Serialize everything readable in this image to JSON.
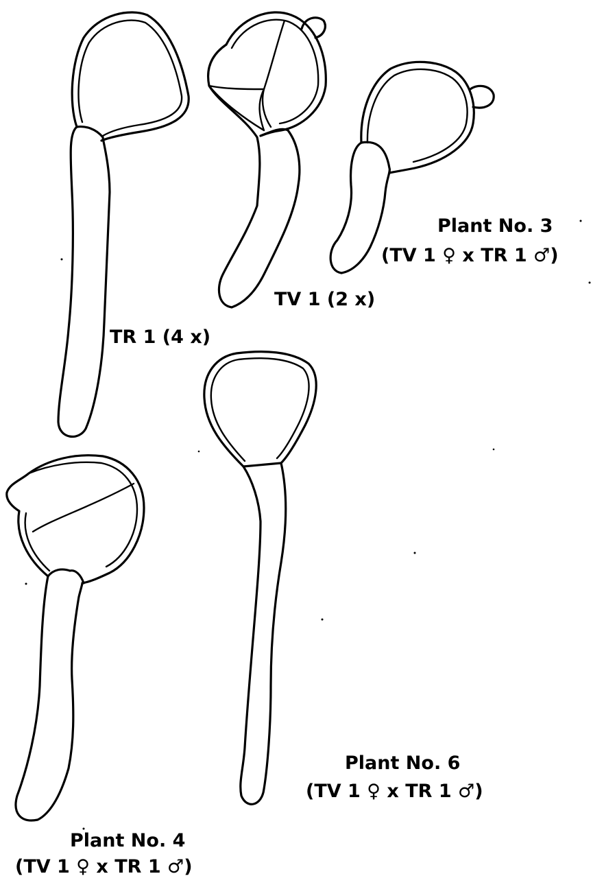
{
  "labels": {
    "tr1": "TR 1 (4 x)",
    "tv1": "TV 1 (2 x)",
    "plant3_title": "Plant No. 3",
    "plant3_cross": "(TV 1 ♀ x TR 1 ♂)",
    "plant6_title": "Plant No. 6",
    "plant6_cross": "(TV 1 ♀ x TR 1 ♂)",
    "plant4_title": "Plant No. 4",
    "plant4_cross": "(TV 1 ♀ x TR 1 ♂)"
  }
}
